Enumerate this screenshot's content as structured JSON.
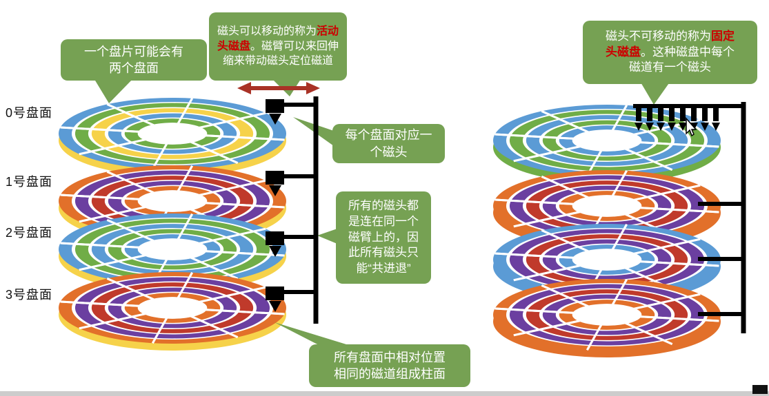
{
  "palette": {
    "bubble_green": "#76a153",
    "highlight_red": "#cc0000",
    "arrow_red": "#a93226",
    "arm_black": "#000000"
  },
  "left": {
    "surface_labels": [
      "0号盘面",
      "1号盘面",
      "2号盘面",
      "3号盘面"
    ],
    "bubbles": {
      "platter": "一个盘片可能会有两个盘面",
      "movable_pre": "磁头可以移动的称为",
      "movable_red": "活动头磁盘",
      "movable_post": "。磁臂可以来回伸缩来带动磁头定位磁道",
      "per_surface_head": "每个盘面对应一个磁头",
      "same_arm": "所有的磁头都是连在同一个磁臂上的，因此所有磁头只能“共进退”",
      "cylinder": "所有盘面中相对位置相同的磁道组成柱面"
    }
  },
  "right": {
    "bubbles": {
      "fixed_pre": "磁头不可移动的称为",
      "fixed_red": "固定头磁盘",
      "fixed_post": "。这种磁盘中每个磁道有一个磁头"
    }
  },
  "disks": {
    "left": [
      {
        "rings": [
          "#5b9bd5",
          "#70ad47",
          "#f6d24a",
          "#5b9bd5",
          "#70ad47"
        ],
        "edge": "#f6d24a"
      },
      {
        "rings": [
          "#e2702a",
          "#6b3fa0",
          "#c03a2b",
          "#6b3fa0",
          "#e2702a"
        ],
        "edge": "#f6d24a"
      },
      {
        "rings": [
          "#5b9bd5",
          "#70ad47",
          "#5b9bd5",
          "#70ad47",
          "#5b9bd5"
        ],
        "edge": "#f6d24a"
      },
      {
        "rings": [
          "#e2702a",
          "#6b3fa0",
          "#c03a2b",
          "#6b3fa0",
          "#e2702a"
        ],
        "edge": "#f6d24a"
      }
    ],
    "right": [
      {
        "rings": [
          "#5b9bd5",
          "#70ad47",
          "#5b9bd5",
          "#70ad47",
          "#5b9bd5"
        ],
        "edge": "#70ad47"
      },
      {
        "rings": [
          "#e2702a",
          "#6b3fa0",
          "#c03a2b",
          "#6b3fa0",
          "#e2702a"
        ],
        "edge": "#e2702a"
      },
      {
        "rings": [
          "#5b9bd5",
          "#6b3fa0",
          "#c03a2b",
          "#6b3fa0",
          "#5b9bd5"
        ],
        "edge": "#5b9bd5"
      },
      {
        "rings": [
          "#e2702a",
          "#6b3fa0",
          "#c03a2b",
          "#6b3fa0",
          "#e2702a"
        ],
        "edge": "#e2702a"
      }
    ]
  }
}
